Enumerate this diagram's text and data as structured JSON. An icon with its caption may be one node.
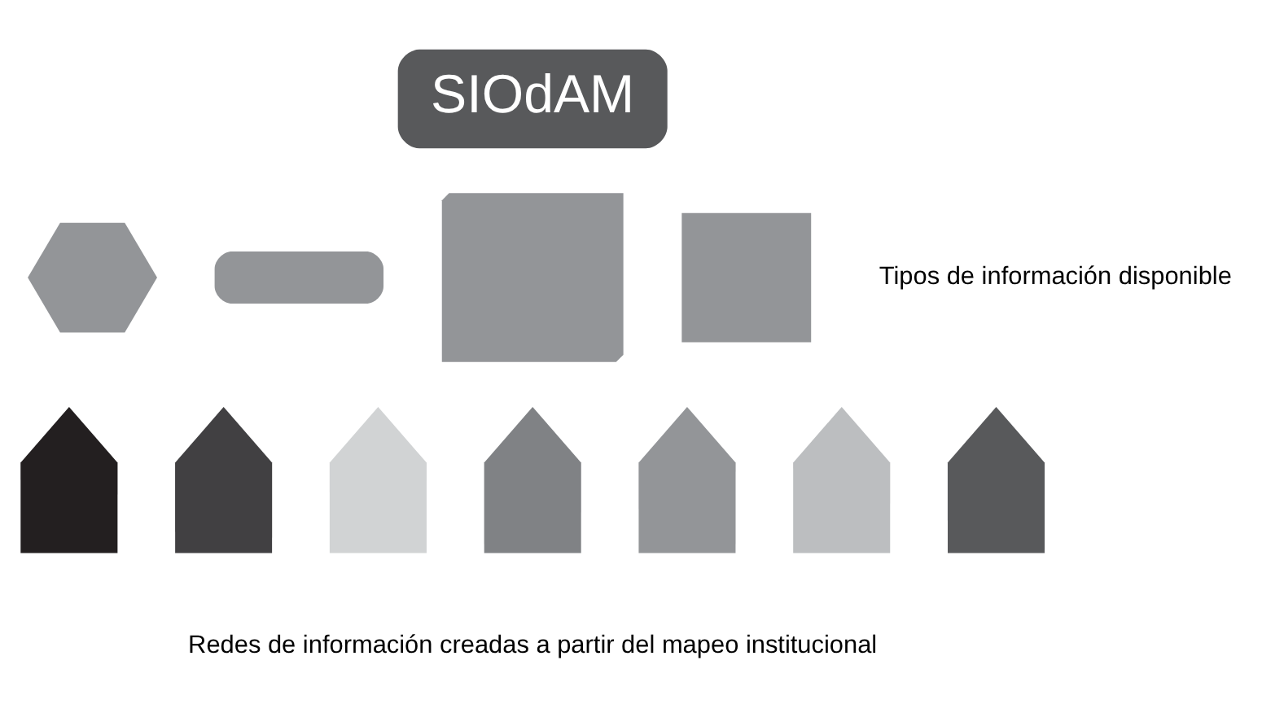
{
  "diagram": {
    "nodes": [
      {
        "text": [
          "SIOdAM"
        ]
      },
      {
        "text": [],
        "shape": "hexagon"
      },
      {
        "text": [],
        "shape": "pill"
      },
      {
        "text": [],
        "shape": "stack"
      },
      {
        "text": [],
        "shape": "box"
      },
      {
        "text": [],
        "shape": "pentagon"
      },
      {
        "text": [],
        "shape": "pentagon"
      },
      {
        "text": [],
        "shape": "pentagon"
      },
      {
        "text": [],
        "shape": "pentagon"
      },
      {
        "text": [],
        "shape": "pentagon"
      },
      {
        "text": [],
        "shape": "pentagon"
      },
      {
        "text": [],
        "shape": "pentagon"
      }
    ],
    "edges": [],
    "labels": [
      "Tipos de información disponible",
      "Redes de información creadas a partir del mapeo institucional"
    ]
  }
}
